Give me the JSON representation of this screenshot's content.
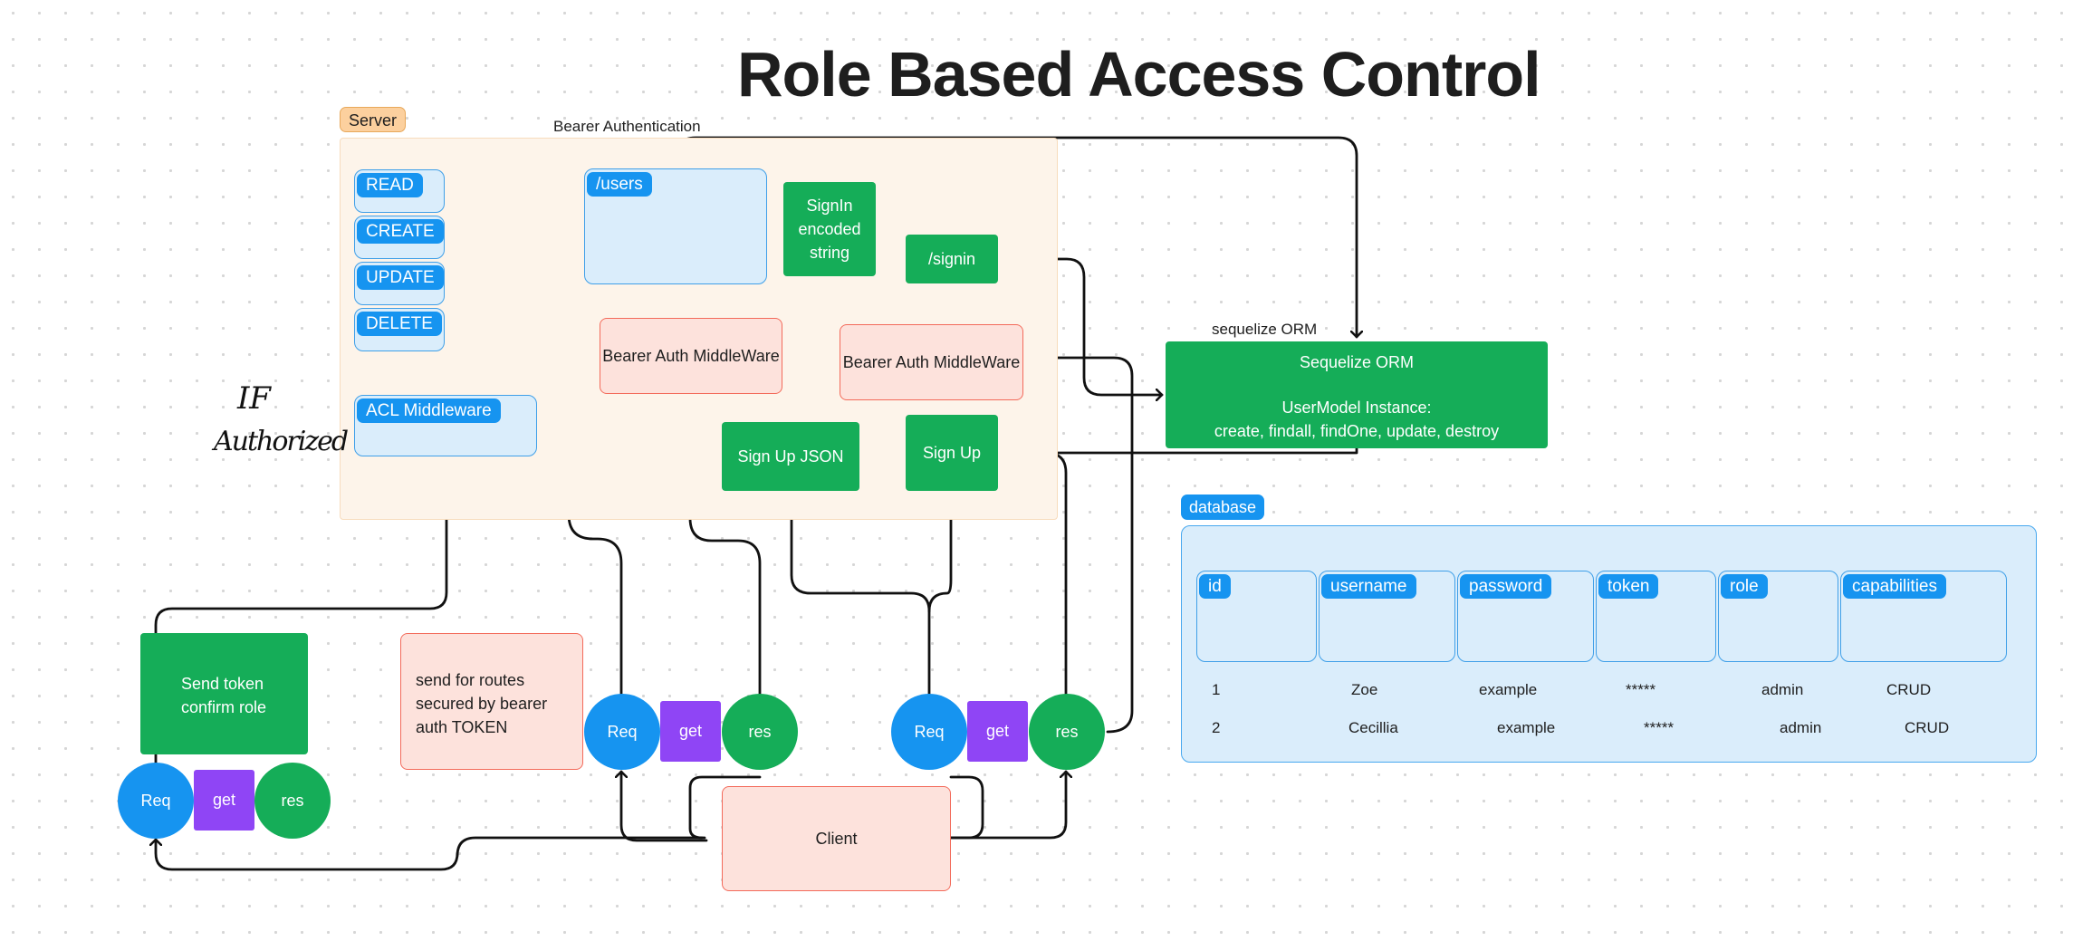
{
  "title": "Role Based Access Control",
  "server": {
    "tag": "Server",
    "caption": "Bearer Authentication",
    "permissions": [
      "READ",
      "CREATE",
      "UPDATE",
      "DELETE"
    ],
    "acl_middleware": "ACL Middleware",
    "users_route": "/users",
    "signin_encoded": "SignIn encoded string",
    "signin_route": "/signin",
    "bearer_auth_left": "Bearer Auth MiddleWare",
    "bearer_auth_right": "Bearer Auth MiddleWare",
    "signup_json": "Sign Up JSON",
    "signup": "Sign Up"
  },
  "handwritten": {
    "line1": "IF",
    "line2": "Authorized"
  },
  "orm": {
    "caption": "sequelize ORM",
    "title": "Sequelize ORM",
    "line1": "UserModel Instance:",
    "line2": "create, findall, findOne, update, destroy"
  },
  "database": {
    "tag": "database",
    "columns": [
      "id",
      "username",
      "password",
      "token",
      "role",
      "capabilities"
    ],
    "rows": [
      [
        "1",
        "Zoe",
        "example",
        "*****",
        "admin",
        "CRUD"
      ],
      [
        "2",
        "Cecillia",
        "example",
        "*****",
        "admin",
        "CRUD"
      ]
    ]
  },
  "notes": {
    "send_token": "Send token confirm role",
    "send_routes": "send for routes secured by bearer auth TOKEN"
  },
  "client": "Client",
  "request_groups": [
    {
      "req": "Req",
      "method": "get",
      "res": "res"
    },
    {
      "req": "Req",
      "method": "get",
      "res": "res"
    },
    {
      "req": "Req",
      "method": "get",
      "res": "res"
    }
  ],
  "colors": {
    "blue": "#1694f0",
    "green": "#15ad58",
    "purple": "#8f45f5",
    "pink": "#fde2dc",
    "server_bg": "#fdf4ea",
    "db_bg": "#daedfb"
  }
}
